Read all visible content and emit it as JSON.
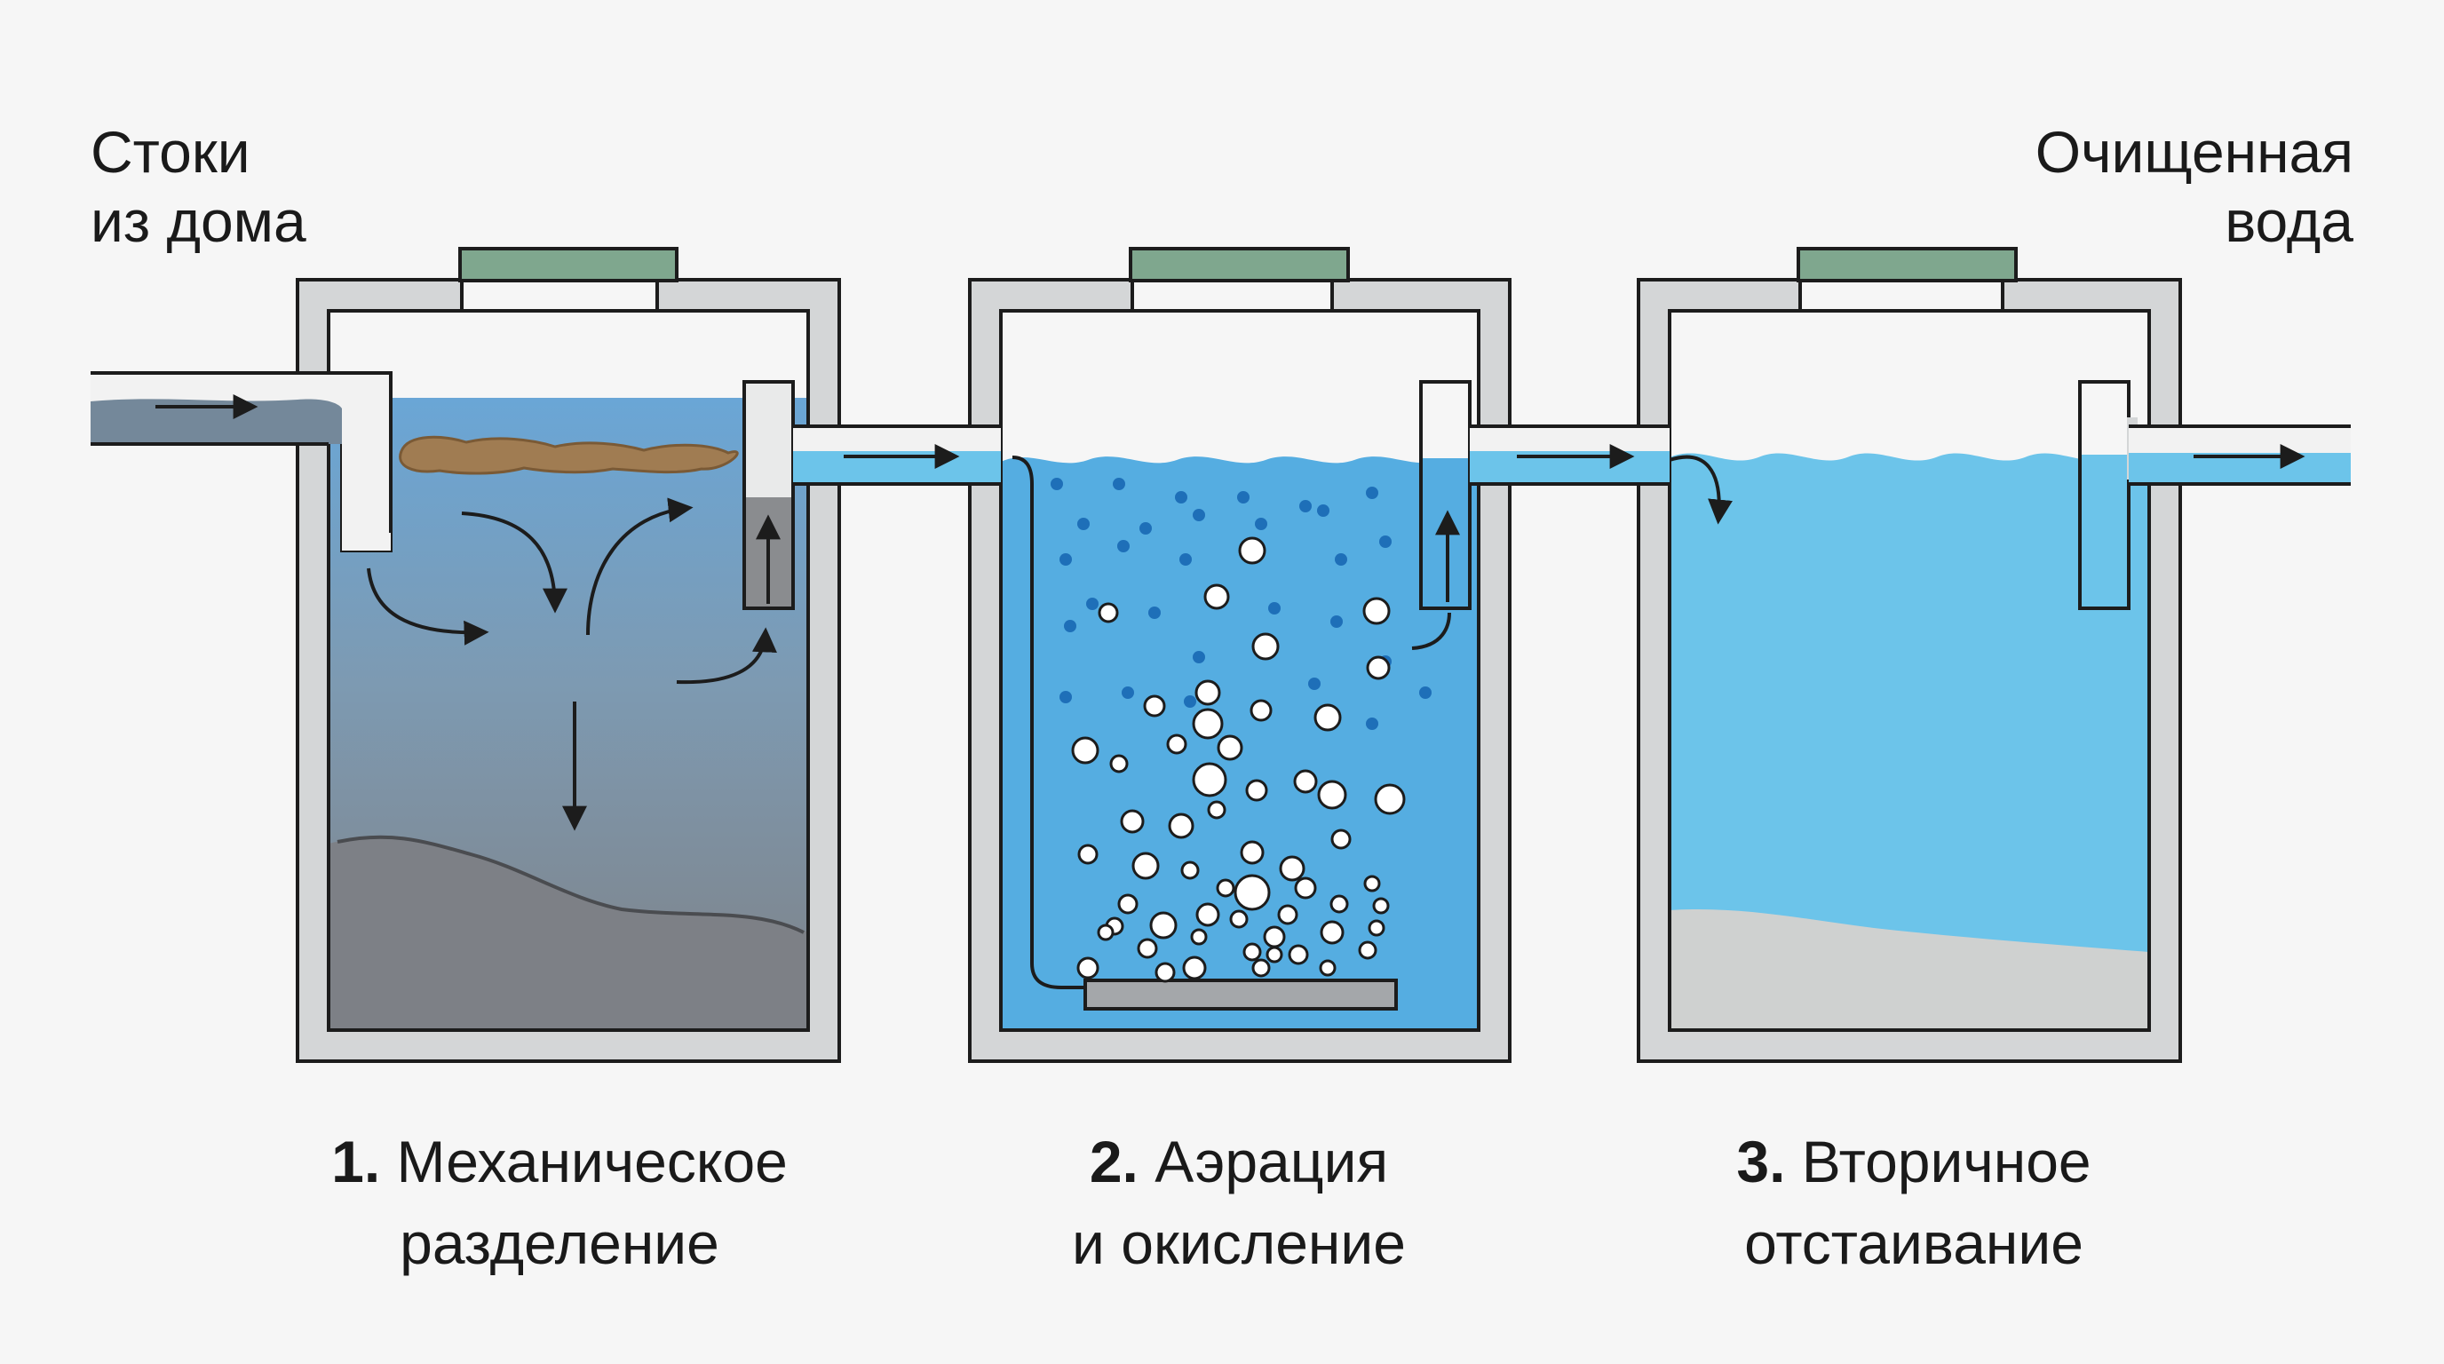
{
  "inlet": {
    "line1": "Стоки",
    "line2": "из дома"
  },
  "outlet": {
    "line1": "Очищенная",
    "line2": "вода"
  },
  "stages": [
    {
      "number": "1.",
      "title": "Механическое",
      "subtitle": "разделение"
    },
    {
      "number": "2.",
      "title": "Аэрация",
      "subtitle": "и окисление"
    },
    {
      "number": "3.",
      "title": "Вторичное",
      "subtitle": "отстаивание"
    }
  ],
  "colors": {
    "background": "#f6f6f6",
    "tank_wall": "#d4d6d7",
    "outline": "#1c1c1c",
    "lid": "#7fa78e",
    "water_clear": "#6cc4ea",
    "water_aeration": "#55ade1",
    "water_murky_top": "#6aa0cc",
    "water_murky_bottom": "#7d8590",
    "sludge": "#7e8185",
    "sediment": "#cfd1d0",
    "scum": "#a07c52",
    "bubble_blue": "#1e6fb8",
    "bubble_white": "#ffffff"
  }
}
